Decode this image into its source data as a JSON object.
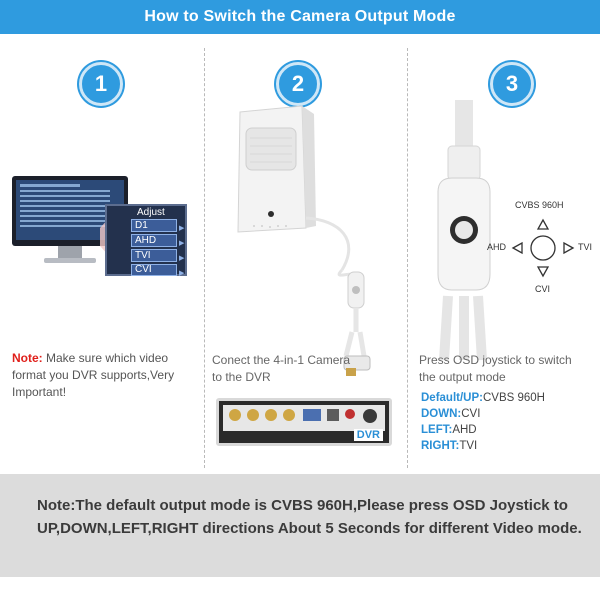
{
  "header": {
    "title": "How to Switch the Camera Output Mode"
  },
  "steps": [
    {
      "number": "1"
    },
    {
      "number": "2"
    },
    {
      "number": "3"
    }
  ],
  "step1": {
    "menu_title": "Adjust",
    "menu_items": [
      "D1",
      "AHD",
      "TVI",
      "CVI"
    ],
    "note_prefix": "Note:",
    "note_text": " Make sure which video format you DVR supports,Very Important!"
  },
  "step2": {
    "text": "Conect the 4-in-1 Camera to the DVR",
    "dvr_label": "DVR"
  },
  "step3": {
    "text": "Press OSD joystick to switch the output mode",
    "joystick_labels": {
      "up": "CVBS 960H",
      "left": "AHD",
      "right": "TVI",
      "down": "CVI"
    },
    "mappings": [
      {
        "key": "Default/UP:",
        "value": "CVBS 960H"
      },
      {
        "key": "DOWN:",
        "value": "CVI"
      },
      {
        "key": "LEFT:",
        "value": "AHD"
      },
      {
        "key": "RIGHT:",
        "value": "TVI"
      }
    ]
  },
  "footer": {
    "note": "Note:The default output mode is CVBS 960H,Please press OSD Joystick to UP,DOWN,LEFT,RIGHT directions About 5 Seconds for different Video mode."
  },
  "colors": {
    "accent": "#2f9bdf",
    "warning": "#e0201b",
    "footer_bg": "#dcdcdc"
  }
}
